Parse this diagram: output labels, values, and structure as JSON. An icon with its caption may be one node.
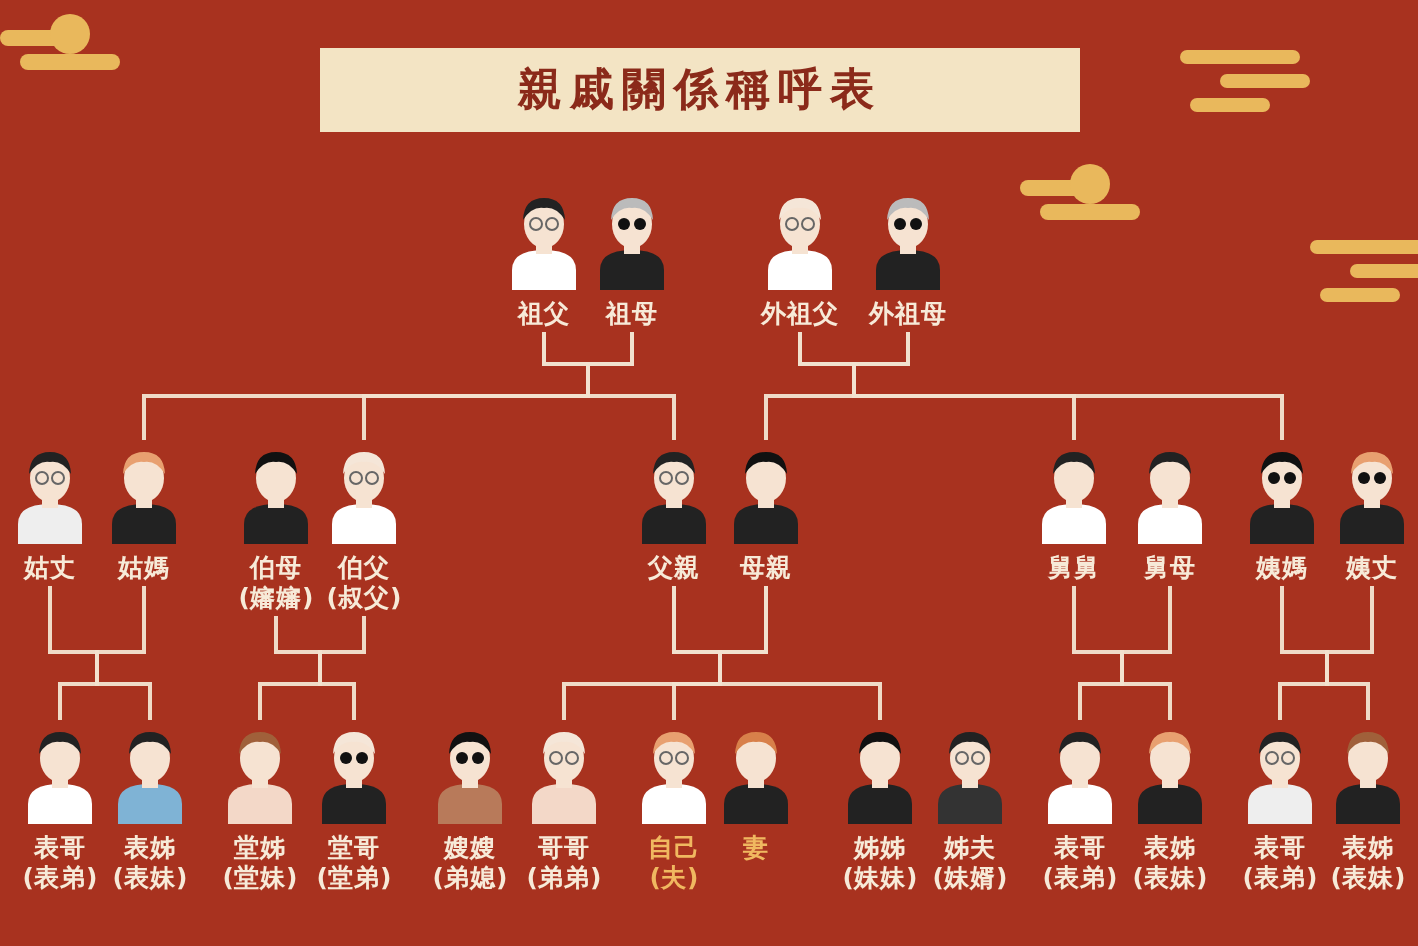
{
  "diagram": {
    "title": "親戚關係稱呼表",
    "nodes": [
      {
        "text": [
          "祖父"
        ]
      },
      {
        "text": [
          "祖母"
        ]
      },
      {
        "text": [
          "外祖父"
        ]
      },
      {
        "text": [
          "外祖母"
        ]
      },
      {
        "text": [
          "姑丈"
        ]
      },
      {
        "text": [
          "姑媽"
        ]
      },
      {
        "text": [
          "伯母(嬸嬸)"
        ]
      },
      {
        "text": [
          "伯父(叔父)"
        ]
      },
      {
        "text": [
          "父親"
        ]
      },
      {
        "text": [
          "母親"
        ]
      },
      {
        "text": [
          "舅舅"
        ]
      },
      {
        "text": [
          "舅母"
        ]
      },
      {
        "text": [
          "姨媽"
        ]
      },
      {
        "text": [
          "姨丈"
        ]
      },
      {
        "text": [
          "表哥(表弟)"
        ]
      },
      {
        "text": [
          "表姊(表妹)"
        ]
      },
      {
        "text": [
          "堂姊(堂妹)"
        ]
      },
      {
        "text": [
          "堂哥(堂弟)"
        ]
      },
      {
        "text": [
          "嫂嫂(弟媳)"
        ]
      },
      {
        "text": [
          "哥哥(弟弟)"
        ]
      },
      {
        "text": [
          "自己(夫)"
        ]
      },
      {
        "text": [
          "妻"
        ]
      },
      {
        "text": [
          "姊姊(妹妹)"
        ]
      },
      {
        "text": [
          "姊夫(妹婿)"
        ]
      },
      {
        "text": [
          "表哥(表弟)"
        ]
      },
      {
        "text": [
          "表姊(表妹)"
        ]
      },
      {
        "text": [
          "表哥(表弟)"
        ]
      },
      {
        "text": [
          "表姊(表妹)"
        ]
      }
    ],
    "edges": [
      {
        "from": 0,
        "to": 5,
        "arrow": "none"
      },
      {
        "from": 1,
        "to": 5,
        "arrow": "none"
      },
      {
        "from": 0,
        "to": 7,
        "arrow": "none"
      },
      {
        "from": 1,
        "to": 7,
        "arrow": "none"
      },
      {
        "from": 0,
        "to": 8,
        "arrow": "none"
      },
      {
        "from": 1,
        "to": 8,
        "arrow": "none"
      },
      {
        "from": 2,
        "to": 9,
        "arrow": "none"
      },
      {
        "from": 3,
        "to": 9,
        "arrow": "none"
      },
      {
        "from": 2,
        "to": 10,
        "arrow": "none"
      },
      {
        "from": 3,
        "to": 10,
        "arrow": "none"
      },
      {
        "from": 2,
        "to": 12,
        "arrow": "none"
      },
      {
        "from": 3,
        "to": 12,
        "arrow": "none"
      },
      {
        "from": 4,
        "to": 14,
        "arrow": "none"
      },
      {
        "from": 5,
        "to": 14,
        "arrow": "none"
      },
      {
        "from": 4,
        "to": 15,
        "arrow": "none"
      },
      {
        "from": 5,
        "to": 15,
        "arrow": "none"
      },
      {
        "from": 6,
        "to": 16,
        "arrow": "none"
      },
      {
        "from": 7,
        "to": 16,
        "arrow": "none"
      },
      {
        "from": 6,
        "to": 17,
        "arrow": "none"
      },
      {
        "from": 7,
        "to": 17,
        "arrow": "none"
      },
      {
        "from": 8,
        "to": 19,
        "arrow": "none"
      },
      {
        "from": 9,
        "to": 19,
        "arrow": "none"
      },
      {
        "from": 8,
        "to": 20,
        "arrow": "none"
      },
      {
        "from": 9,
        "to": 20,
        "arrow": "none"
      },
      {
        "from": 8,
        "to": 22,
        "arrow": "none"
      },
      {
        "from": 9,
        "to": 22,
        "arrow": "none"
      },
      {
        "from": 10,
        "to": 24,
        "arrow": "none"
      },
      {
        "from": 11,
        "to": 24,
        "arrow": "none"
      },
      {
        "from": 10,
        "to": 25,
        "arrow": "none"
      },
      {
        "from": 11,
        "to": 25,
        "arrow": "none"
      },
      {
        "from": 12,
        "to": 26,
        "arrow": "none"
      },
      {
        "from": 13,
        "to": 26,
        "arrow": "none"
      },
      {
        "from": 12,
        "to": 27,
        "arrow": "none"
      },
      {
        "from": 13,
        "to": 27,
        "arrow": "none"
      }
    ]
  }
}
